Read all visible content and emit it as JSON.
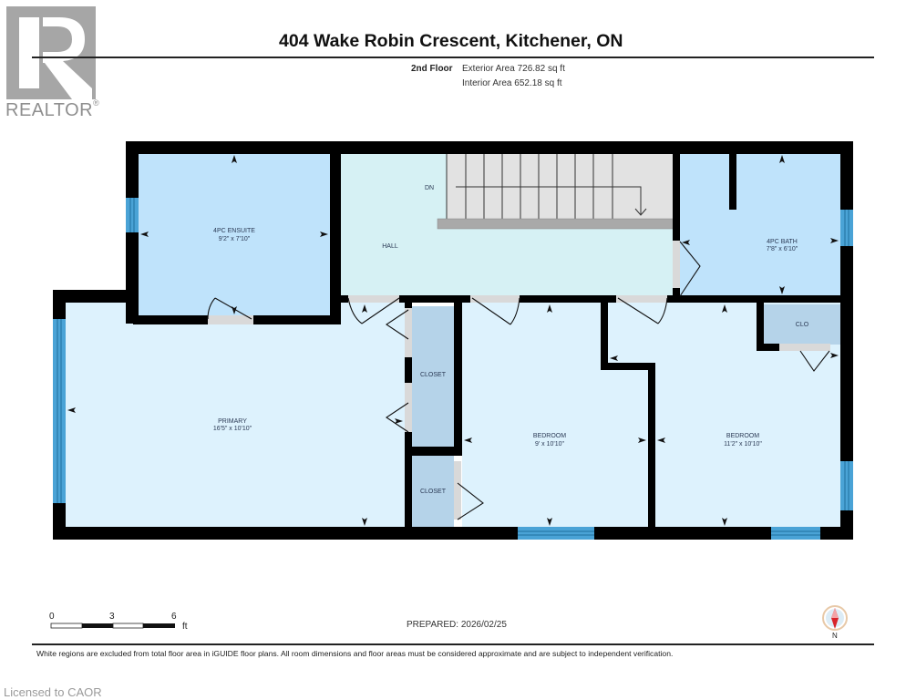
{
  "branding": {
    "logo_letter": "R",
    "logo_text": "REALTOR",
    "logo_mark": "®",
    "logo_color": "#a6a6a6"
  },
  "header": {
    "title": "404 Wake Robin Crescent, Kitchener, ON",
    "floor": "2nd Floor",
    "exterior_area": "Exterior Area 726.82 sq ft",
    "interior_area": "Interior Area 652.18 sq ft"
  },
  "rooms": [
    {
      "name": "4PC ENSUITE",
      "dims": "9'2\" x 7'10\""
    },
    {
      "name": "HALL",
      "dims": ""
    },
    {
      "name": "DN",
      "dims": ""
    },
    {
      "name": "4PC BATH",
      "dims": "7'8\" x 6'10\""
    },
    {
      "name": "CLO",
      "dims": ""
    },
    {
      "name": "CLOSET",
      "dims": ""
    },
    {
      "name": "CLOSET",
      "dims": ""
    },
    {
      "name": "PRIMARY",
      "dims": "16'5\" x 10'10\""
    },
    {
      "name": "BEDROOM",
      "dims": "9' x 10'10\""
    },
    {
      "name": "BEDROOM",
      "dims": "11'2\" x 10'10\""
    }
  ],
  "colors": {
    "wall": "#000000",
    "bath_fill": "#bfe3fb",
    "hall_fill": "#d6f1f4",
    "bedroom_fill": "#ddf2fd",
    "closet_fill": "#b5d3e9",
    "stair_fill": "#e2e2e2",
    "window": "#4aa3d6",
    "door_gap": "#d9d9d9",
    "compass_needle": "#d8232a"
  },
  "scale_bar": {
    "ticks": [
      "0",
      "3",
      "6"
    ],
    "unit": "ft"
  },
  "footer": {
    "prepared": "PREPARED: 2026/02/25",
    "compass_label": "N",
    "disclaimer": "White regions are excluded from total floor area in iGUIDE floor plans. All room dimensions and floor areas must be considered approximate and are subject to independent verification.",
    "licensed": "Licensed to CAOR"
  }
}
